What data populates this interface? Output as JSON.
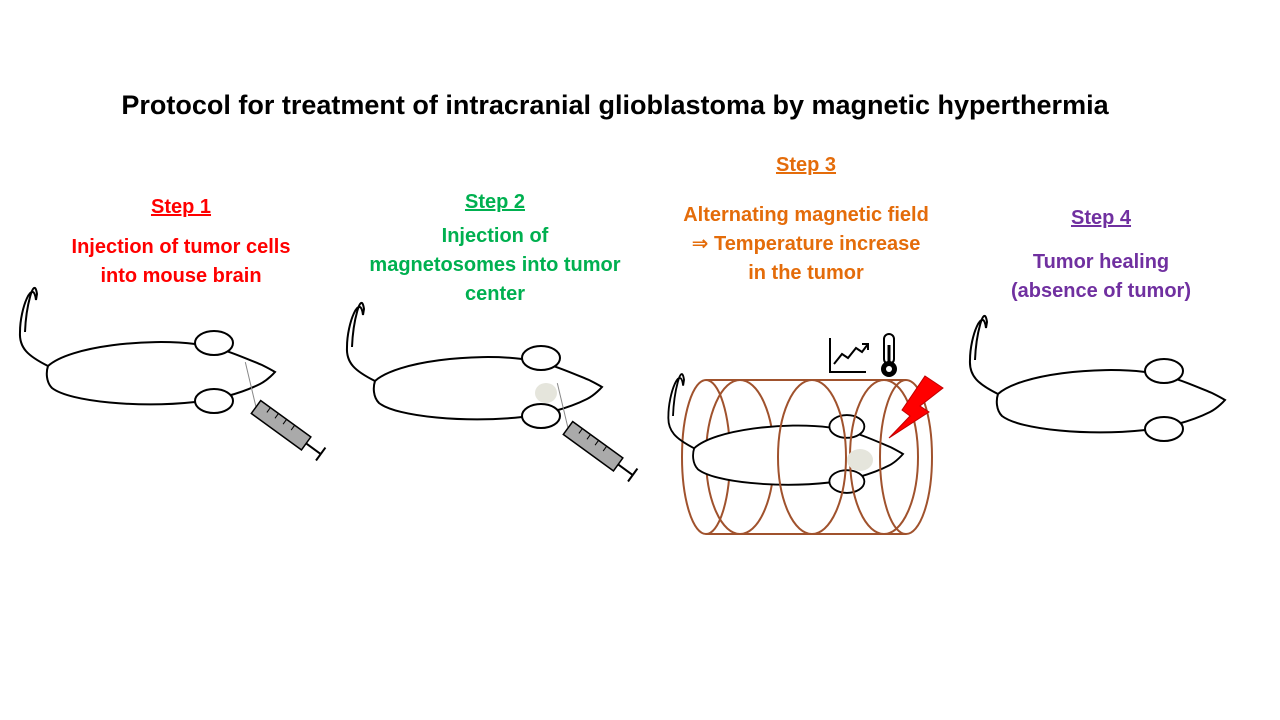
{
  "title": "Protocol for treatment of intracranial glioblastoma by magnetic hyperthermia",
  "colors": {
    "step1": "#ff0000",
    "step2": "#00b050",
    "step3": "#e46c0a",
    "step4": "#7030a0",
    "coil": "#a0522d",
    "tumor": "#e5e5dc",
    "lightning": "#ff0000"
  },
  "steps": [
    {
      "label": "Step 1",
      "lines": [
        "Injection of tumor cells",
        "into mouse brain"
      ]
    },
    {
      "label": "Step 2",
      "lines": [
        "Injection of",
        "magnetosomes into tumor",
        "center"
      ]
    },
    {
      "label": "Step 3",
      "lines": [
        "Alternating magnetic field",
        "⇒ Temperature increase",
        "in the tumor"
      ]
    },
    {
      "label": "Step 4",
      "lines": [
        "Tumor healing",
        "(absence of tumor)"
      ]
    }
  ],
  "icons": [
    "chart-rising-icon",
    "thermometer-icon",
    "lightning-icon",
    "syringe-icon",
    "mouse-icon",
    "coil-icon"
  ]
}
